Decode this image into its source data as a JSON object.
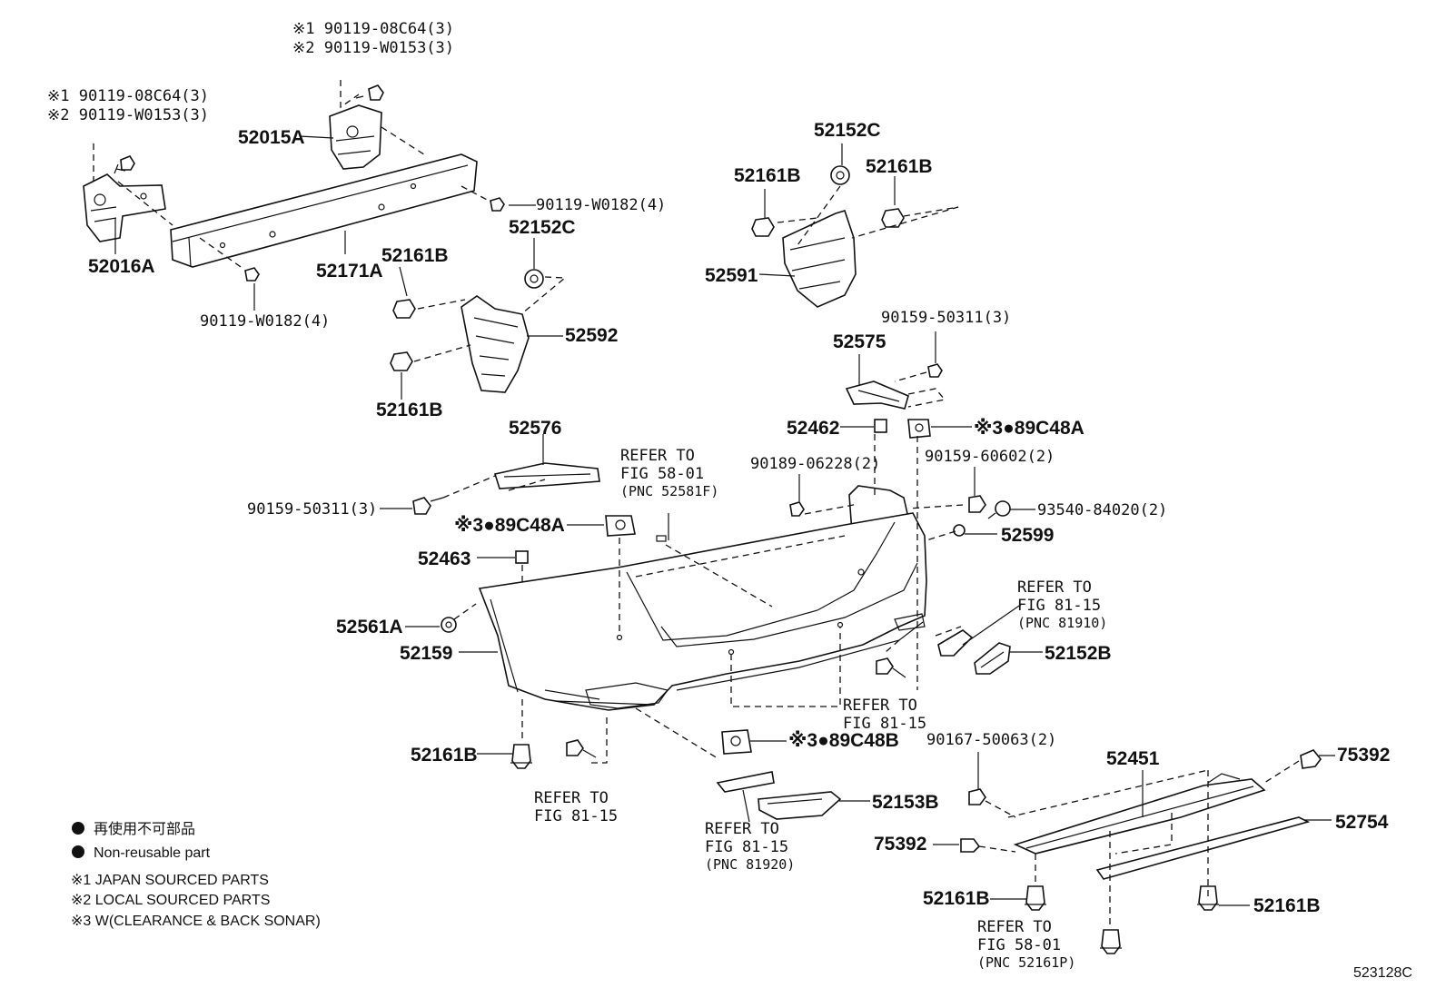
{
  "labels": {
    "p52016A": "52016A",
    "p52015A": "52015A",
    "p52171A": "52171A",
    "bolt_tl_1": "※1 90119-08C64(3)",
    "bolt_tl_2": "※2 90119-W0153(3)",
    "bolt_tc_1": "※1 90119-08C64(3)",
    "bolt_tc_2": "※2 90119-W0153(3)",
    "bolt_r": "90119-W0182(4)",
    "bolt_b": "90119-W0182(4)",
    "p52161B_a": "52161B",
    "p52152C_a": "52152C",
    "p52592": "52592",
    "p52161B_b": "52161B",
    "p52152C_b": "52152C",
    "p52161B_c": "52161B",
    "p52161B_d": "52161B",
    "p52591": "52591",
    "bolt_50311_r": "90159-50311(3)",
    "p52575": "52575",
    "p52462": "52462",
    "p89C48A_r": "※3●89C48A",
    "bolt_06228": "90189-06228(2)",
    "bolt_60602": "90159-60602(2)",
    "bolt_84020": "93540-84020(2)",
    "p52599": "52599",
    "p52576": "52576",
    "bolt_50311_l": "90159-50311(3)",
    "p89C48A_l": "※3●89C48A",
    "p52463": "52463",
    "p52561A": "52561A",
    "p52159": "52159",
    "p52161B_e": "52161B",
    "p89C48B": "※3●89C48B",
    "p52152B": "52152B",
    "p52153B": "52153B",
    "bolt_50063": "90167-50063(2)",
    "p52451": "52451",
    "p75392_r": "75392",
    "p52754": "52754",
    "p75392_l": "75392",
    "p52161B_f": "52161B",
    "p52161B_g": "52161B",
    "fig_code": "523128C"
  },
  "refs": {
    "r1": [
      "REFER TO",
      "FIG 58-01",
      "(PNC 52581F)"
    ],
    "r2": [
      "REFER TO",
      "FIG 81-15",
      "(PNC 81910)"
    ],
    "r3": [
      "REFER TO",
      "FIG 81-15"
    ],
    "r4": [
      "REFER TO",
      "FIG 81-15"
    ],
    "r5": [
      "REFER TO",
      "FIG 81-15",
      "(PNC 81920)"
    ],
    "r6": [
      "REFER TO",
      "FIG 58-01",
      "(PNC 52161P)"
    ]
  },
  "legend": {
    "line1": "再使用不可部品",
    "line2": "Non-reusable part",
    "line3": "※1 JAPAN SOURCED PARTS",
    "line4": "※2 LOCAL SOURCED PARTS",
    "line5": "※3 W(CLEARANCE & BACK SONAR)"
  }
}
